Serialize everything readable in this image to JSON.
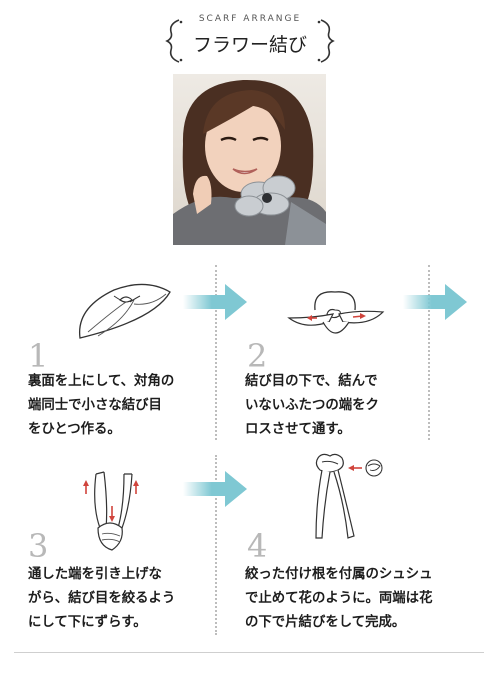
{
  "header": {
    "kicker": "SCARF ARRANGE",
    "title": "フラワー結び"
  },
  "photo": {
    "alt": "スカーフをフラワー結びにした女性"
  },
  "colors": {
    "arrow": "#7fc8d3",
    "number": "#b8b8b8",
    "divider": "#bdbdbd",
    "line": "#333333"
  },
  "steps": [
    {
      "number": "1",
      "text": "裏面を上にして、対角の端同士で小さな結び目をひとつ作る。",
      "lines": [
        "裏面を上にして、対角の",
        "端同士で小さな結び目",
        "をひとつ作る。"
      ]
    },
    {
      "number": "2",
      "text": "結び目の下で、結んでいないふたつの端をクロスさせて通す。",
      "lines": [
        "結び目の下で、結んで",
        "いないふたつの端をク",
        "ロスさせて通す。"
      ]
    },
    {
      "number": "3",
      "text": "通した端を引き上げながら、結び目を絞るようにして下にずらす。",
      "lines": [
        "通した端を引き上げな",
        "がら、結び目を絞るよう",
        "にして下にずらす。"
      ]
    },
    {
      "number": "4",
      "text": "絞った付け根を付属のシュシュで止めて花のように。両端は花の下で片結びをして完成。",
      "lines": [
        "絞った付け根を付属のシュシュ",
        "で止めて花のように。両端は花",
        "の下で片結びをして完成。"
      ]
    }
  ]
}
